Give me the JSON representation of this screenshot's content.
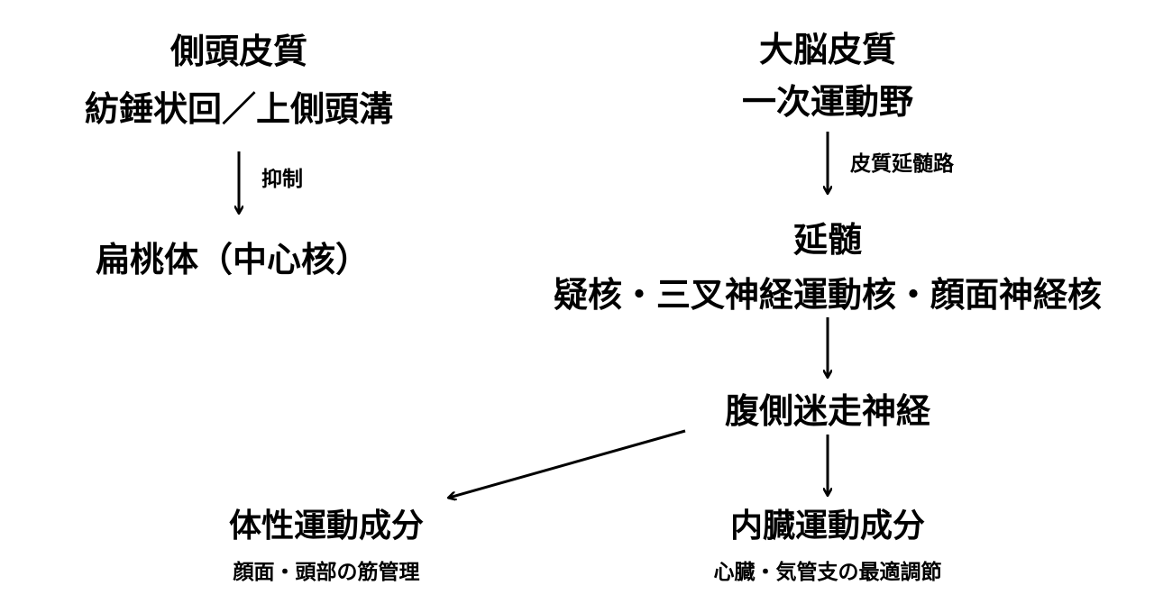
{
  "left": {
    "cortex_line1": "側頭皮質",
    "cortex_line2": "紡錘状回／上側頭溝",
    "edge_label": "抑制",
    "target": "扁桃体（中心核）"
  },
  "right": {
    "cortex_line1": "大脳皮質",
    "cortex_line2": "一次運動野",
    "edge_label": "皮質延髄路",
    "medulla_line1": "延髄",
    "medulla_line2": "疑核・三叉神経運動核・顔面神経核",
    "nerve": "腹側迷走神経"
  },
  "outputs": {
    "somatic_title": "体性運動成分",
    "somatic_sub": "顔面・頭部の筋管理",
    "visceral_title": "内臓運動成分",
    "visceral_sub": "心臓・気管支の最適調節"
  },
  "colors": {
    "text": "#000000",
    "arrow": "#000000",
    "background": "#ffffff"
  }
}
